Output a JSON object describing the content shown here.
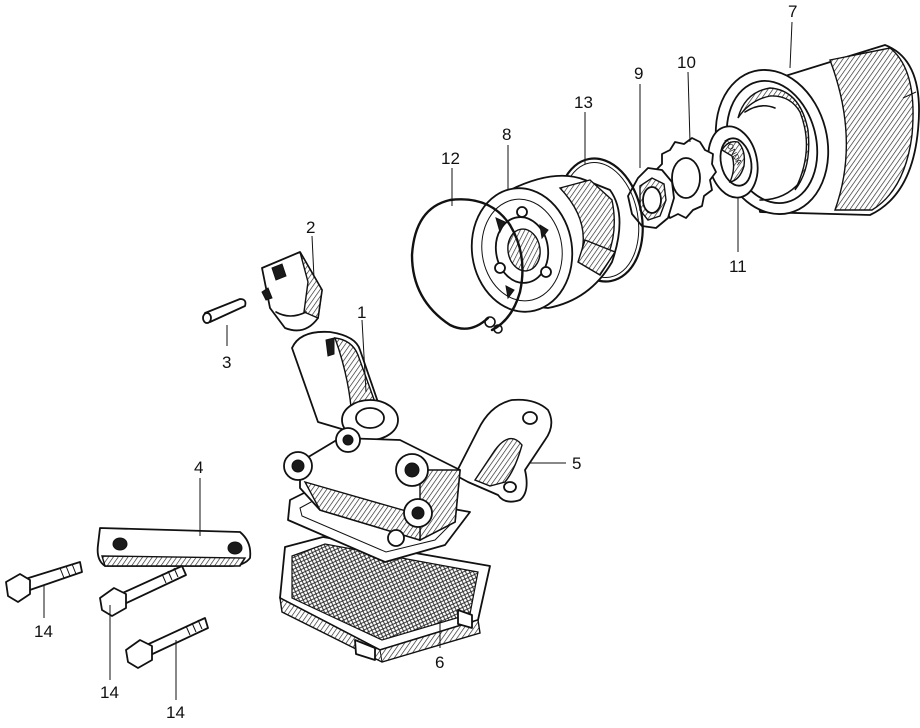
{
  "diagram": {
    "parts": [
      {
        "id": "body",
        "number": "1"
      },
      {
        "id": "cap",
        "number": "2"
      },
      {
        "id": "pin",
        "number": "3"
      },
      {
        "id": "strap",
        "number": "4"
      },
      {
        "id": "bracket",
        "number": "5"
      },
      {
        "id": "strainer-screen",
        "number": "6"
      },
      {
        "id": "rotor-cover",
        "number": "7"
      },
      {
        "id": "pump-housing",
        "number": "8"
      },
      {
        "id": "inner-rotor",
        "number": "9"
      },
      {
        "id": "outer-rotor",
        "number": "10"
      },
      {
        "id": "rotor-insert",
        "number": "11"
      },
      {
        "id": "circlip",
        "number": "12"
      },
      {
        "id": "o-ring",
        "number": "13"
      },
      {
        "id": "bolt-left",
        "number": "14"
      },
      {
        "id": "bolt-middle",
        "number": "14"
      },
      {
        "id": "bolt-right",
        "number": "14"
      }
    ],
    "embossed_text": "HONDA"
  }
}
